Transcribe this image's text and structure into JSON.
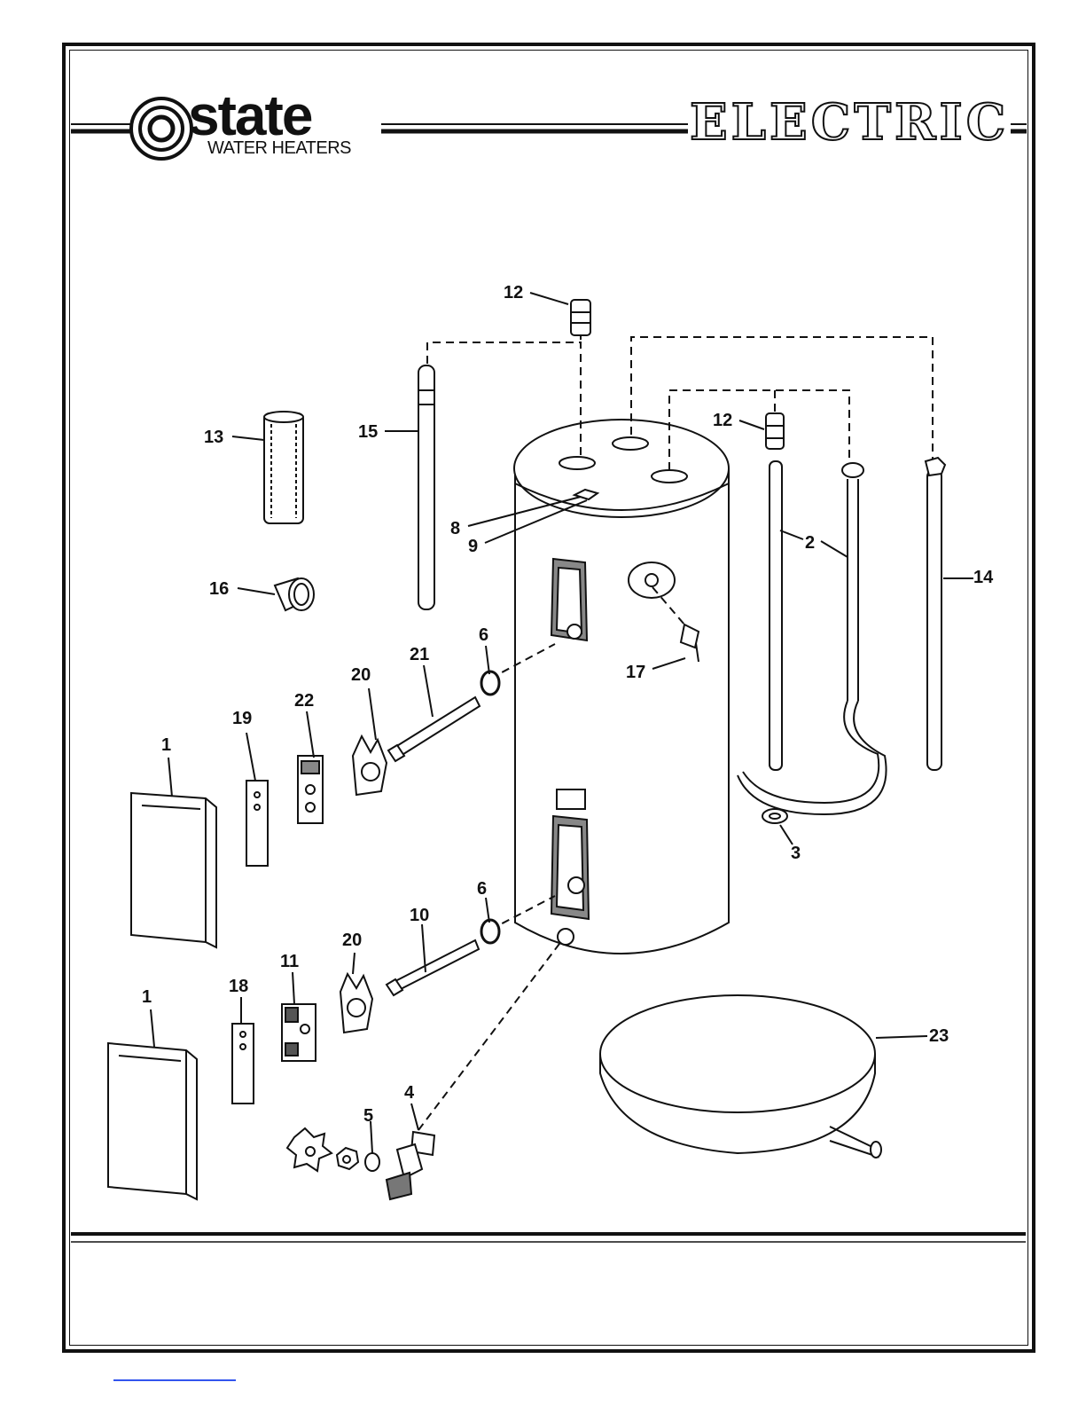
{
  "header": {
    "brand_name": "state",
    "brand_tagline": "WATER HEATERS",
    "title": "ELECTRIC"
  },
  "callouts": {
    "c12a": "12",
    "c15": "15",
    "c13": "13",
    "c16": "16",
    "c12b": "12",
    "c8": "8",
    "c9": "9",
    "c2": "2",
    "c14": "14",
    "c6a": "6",
    "c21": "21",
    "c17": "17",
    "c20a": "20",
    "c22": "22",
    "c19": "19",
    "c1a": "1",
    "c3": "3",
    "c6b": "6",
    "c10": "10",
    "c20b": "20",
    "c11": "11",
    "c18": "18",
    "c1b": "1",
    "c23": "23",
    "c4": "4",
    "c5": "5"
  }
}
